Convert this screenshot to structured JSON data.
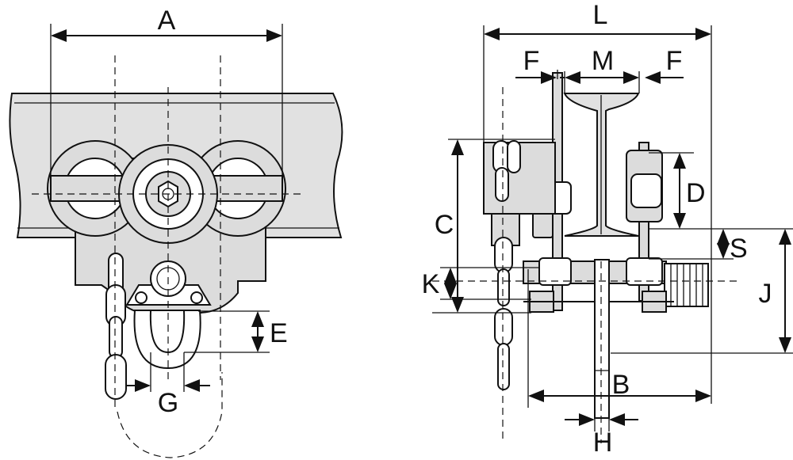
{
  "dimension_labels": {
    "A": "A",
    "E": "E",
    "G": "G",
    "L": "L",
    "F_left": "F",
    "M": "M",
    "F_right": "F",
    "C": "C",
    "D": "D",
    "S": "S",
    "K": "K",
    "J": "J",
    "B": "B",
    "H": "H"
  },
  "colors": {
    "line": "#111111",
    "part_fill": "#dcdcdc",
    "beam_fill": "#e1e1e1",
    "background": "#ffffff"
  }
}
